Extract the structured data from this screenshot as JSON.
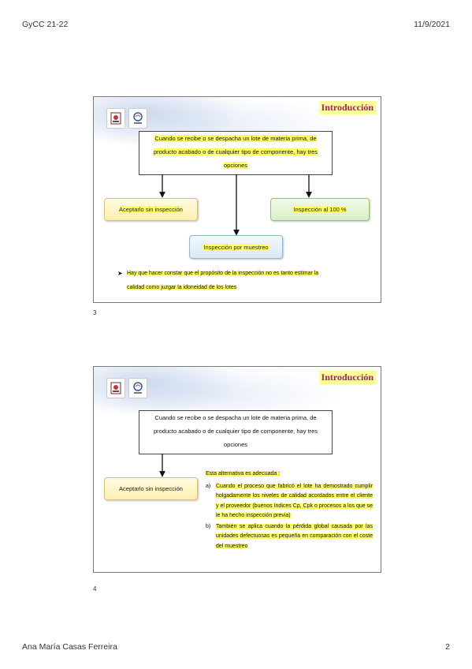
{
  "header": {
    "left": "GyCC 21-22",
    "right": "11/9/2021"
  },
  "footer": {
    "author": "Ana María Casas Ferreira",
    "page": "2"
  },
  "slides": [
    {
      "number": "3",
      "title": "Introducción",
      "top_box": [
        "Cuando se recibe o se despacha un lote de materia prima, de",
        "producto acabado o de cualquier tipo de componente, hay tres",
        "opciones"
      ],
      "option_accept": "Aceptarlo sin inspección",
      "option_full": "Inspección al 100 %",
      "option_sample": "Inspección por muestreo",
      "note": [
        "Hay que hacer constar que el propósito de la inspección no es tanto estimar la",
        "calidad como juzgar la idoneidad de los lotes"
      ]
    },
    {
      "number": "4",
      "title": "Introducción",
      "top_box": [
        "Cuando se recibe o se despacha un lote de materia prima, de",
        "producto acabado o de cualquier tipo de componente, hay tres",
        "opciones"
      ],
      "option_accept": "Aceptarlo sin inspección",
      "alt_heading": "Esta alternativa es adecuada :",
      "alt_items": [
        {
          "label": "a)",
          "text": "Cuando el proceso que fabricó el lote ha demostrado cumplir holgadamente los niveles de calidad acordados entre el cliente y el proveedor (buenos índices Cp, Cpk o procesos a los que se le ha hecho inspección previa)"
        },
        {
          "label": "b)",
          "text": "También se aplica cuando la pérdida global causada por las unidades defectuosas es pequeña en comparación con el coste del muestreo"
        }
      ]
    }
  ],
  "colors": {
    "title_text": "#b0196b",
    "highlight": "#ffff66"
  }
}
